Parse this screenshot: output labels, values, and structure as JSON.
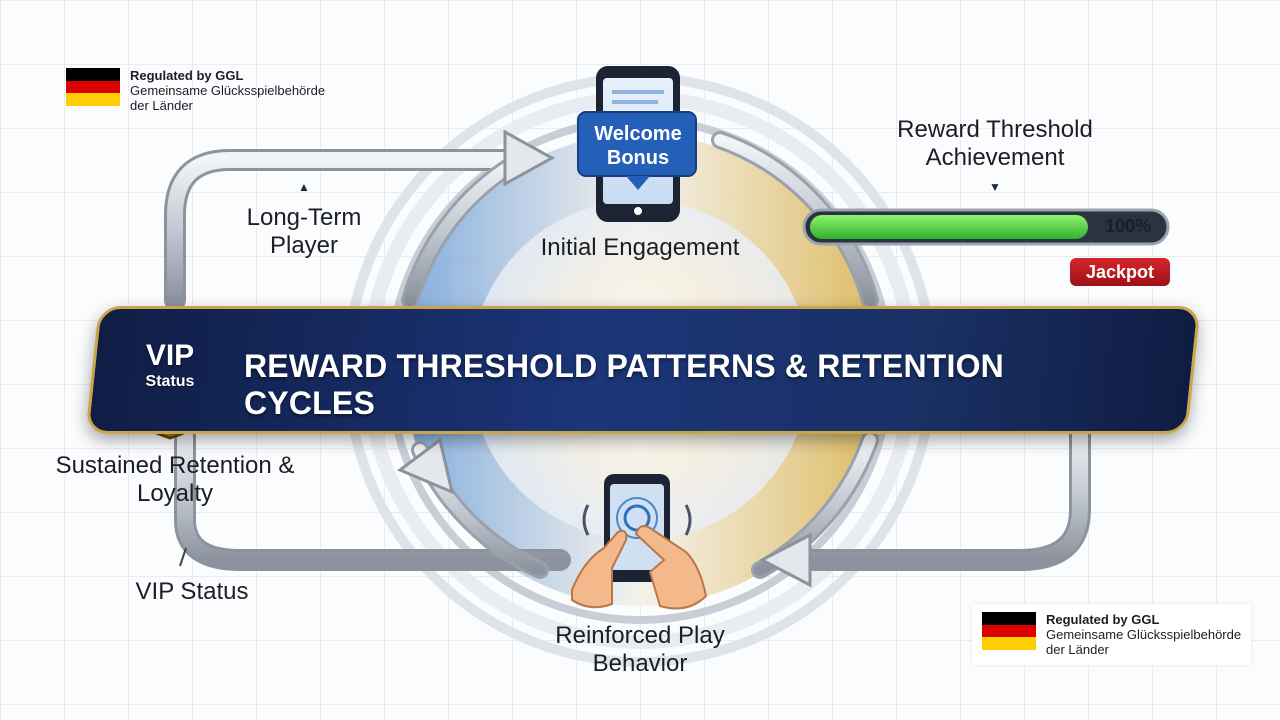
{
  "title": "REWARD THRESHOLD PATTERNS & RETENTION CYCLES",
  "regulator_badges": [
    {
      "line1": "Regulated by GGL",
      "line2": "Gemeinsame Glücksspielbehörde",
      "line3": "der Länder"
    },
    {
      "line1": "Regulated by GGL",
      "line2": "Gemeinsame Glücksspielbehörde",
      "line3": "der Länder"
    }
  ],
  "stages": {
    "welcome_bonus": "Welcome Bonus",
    "initial_engagement": "Initial Engagement",
    "long_term_player": "Long-Term Player",
    "reward_threshold": "Reward Threshold Achievement",
    "sustained_retention": "Sustained Retention & Loyalty",
    "vip_status_label": "VIP Status",
    "reinforced_play": "Reinforced Play Behavior"
  },
  "vip_shield": {
    "big": "VIP",
    "small": "Status"
  },
  "progress": {
    "value": 1.0,
    "label": "100%"
  },
  "jackpot_label": "Jackpot",
  "colors": {
    "banner_navy": "#1b3578",
    "gold_accent": "#c9a449",
    "progress_green": "#3fc93f",
    "jackpot_red": "#c41e24"
  },
  "icons": [
    "german-flag-icon",
    "phone-icon",
    "hand-tap-icon",
    "shield-icon",
    "cycle-arrow-icon"
  ]
}
